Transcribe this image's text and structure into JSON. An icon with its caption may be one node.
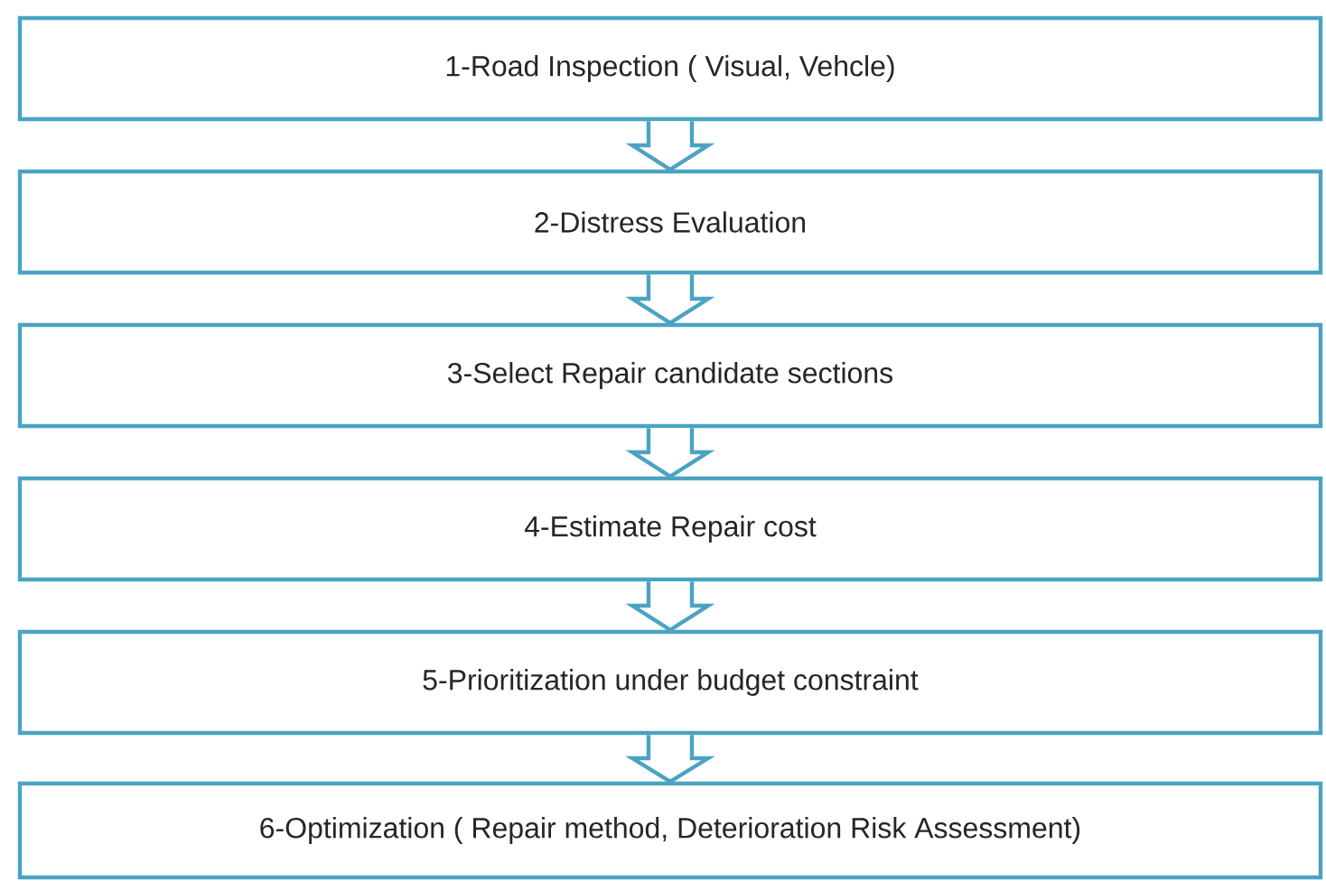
{
  "diagram": {
    "nodes": [
      {
        "text": [
          "1-Road Inspection ( Visual, Vehcle)"
        ]
      },
      {
        "text": [
          "2-Distress Evaluation"
        ]
      },
      {
        "text": [
          "3-Select Repair candidate sections"
        ]
      },
      {
        "text": [
          "4-Estimate Repair cost"
        ]
      },
      {
        "text": [
          "5-Prioritization under budget constraint"
        ]
      },
      {
        "text": [
          "6-Optimization ( Repair method, Deterioration Risk Assessment)"
        ]
      }
    ],
    "edges": [
      {
        "from": 0,
        "to": 1,
        "arrow": "to"
      },
      {
        "from": 1,
        "to": 2,
        "arrow": "to"
      },
      {
        "from": 2,
        "to": 3,
        "arrow": "to"
      },
      {
        "from": 3,
        "to": 4,
        "arrow": "to"
      },
      {
        "from": 4,
        "to": 5,
        "arrow": "to"
      }
    ]
  }
}
